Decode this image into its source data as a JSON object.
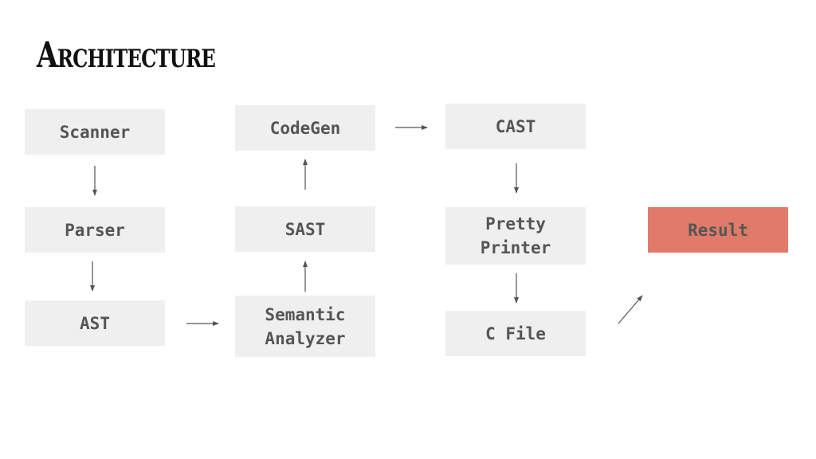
{
  "title": "Architecture",
  "nodes": {
    "scanner": "Scanner",
    "parser": "Parser",
    "ast": "AST",
    "codegen": "CodeGen",
    "sast": "SAST",
    "semantic_analyzer": "Semantic\nAnalyzer",
    "cast": "CAST",
    "pretty_printer": "Pretty\nPrinter",
    "c_file": "C File",
    "result": "Result"
  },
  "colors": {
    "box_fill": "#efefef",
    "result_fill": "#e07b6a",
    "text": "#555555",
    "arrow": "#555555"
  }
}
